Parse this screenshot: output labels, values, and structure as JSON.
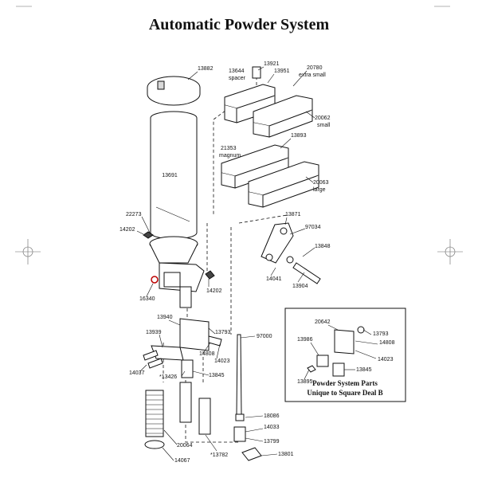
{
  "title": "Automatic Powder System",
  "inset_caption": [
    "Powder System Parts",
    "Unique to Square Deal B"
  ],
  "parts": [
    {
      "id": "13882"
    },
    {
      "id": "13691"
    },
    {
      "id": "22273"
    },
    {
      "id": "14202a",
      "label": "14202"
    },
    {
      "id": "16340"
    },
    {
      "id": "14202b",
      "label": "14202"
    },
    {
      "id": "13644",
      "label": "13644"
    },
    {
      "id": "spacer",
      "label": "spacer"
    },
    {
      "id": "13921"
    },
    {
      "id": "13951"
    },
    {
      "id": "20780"
    },
    {
      "id": "extra-small",
      "label": "extra small"
    },
    {
      "id": "20062"
    },
    {
      "id": "small",
      "label": "small"
    },
    {
      "id": "13893"
    },
    {
      "id": "21353"
    },
    {
      "id": "magnum",
      "label": "magnum"
    },
    {
      "id": "20063"
    },
    {
      "id": "large",
      "label": "large"
    },
    {
      "id": "13871"
    },
    {
      "id": "97034"
    },
    {
      "id": "13848"
    },
    {
      "id": "14041"
    },
    {
      "id": "13904"
    },
    {
      "id": "13940"
    },
    {
      "id": "13939"
    },
    {
      "id": "13793"
    },
    {
      "id": "14808"
    },
    {
      "id": "14023"
    },
    {
      "id": "14037"
    },
    {
      "id": "13426",
      "label": "*13426"
    },
    {
      "id": "13845"
    },
    {
      "id": "97000"
    },
    {
      "id": "20064"
    },
    {
      "id": "14067"
    },
    {
      "id": "13782",
      "label": "*13782"
    },
    {
      "id": "18086"
    },
    {
      "id": "14033"
    },
    {
      "id": "13799"
    },
    {
      "id": "13801"
    }
  ],
  "inset_parts": [
    {
      "id": "20642"
    },
    {
      "id": "13793"
    },
    {
      "id": "13986"
    },
    {
      "id": "14808"
    },
    {
      "id": "14023"
    },
    {
      "id": "13845"
    },
    {
      "id": "13895"
    }
  ]
}
